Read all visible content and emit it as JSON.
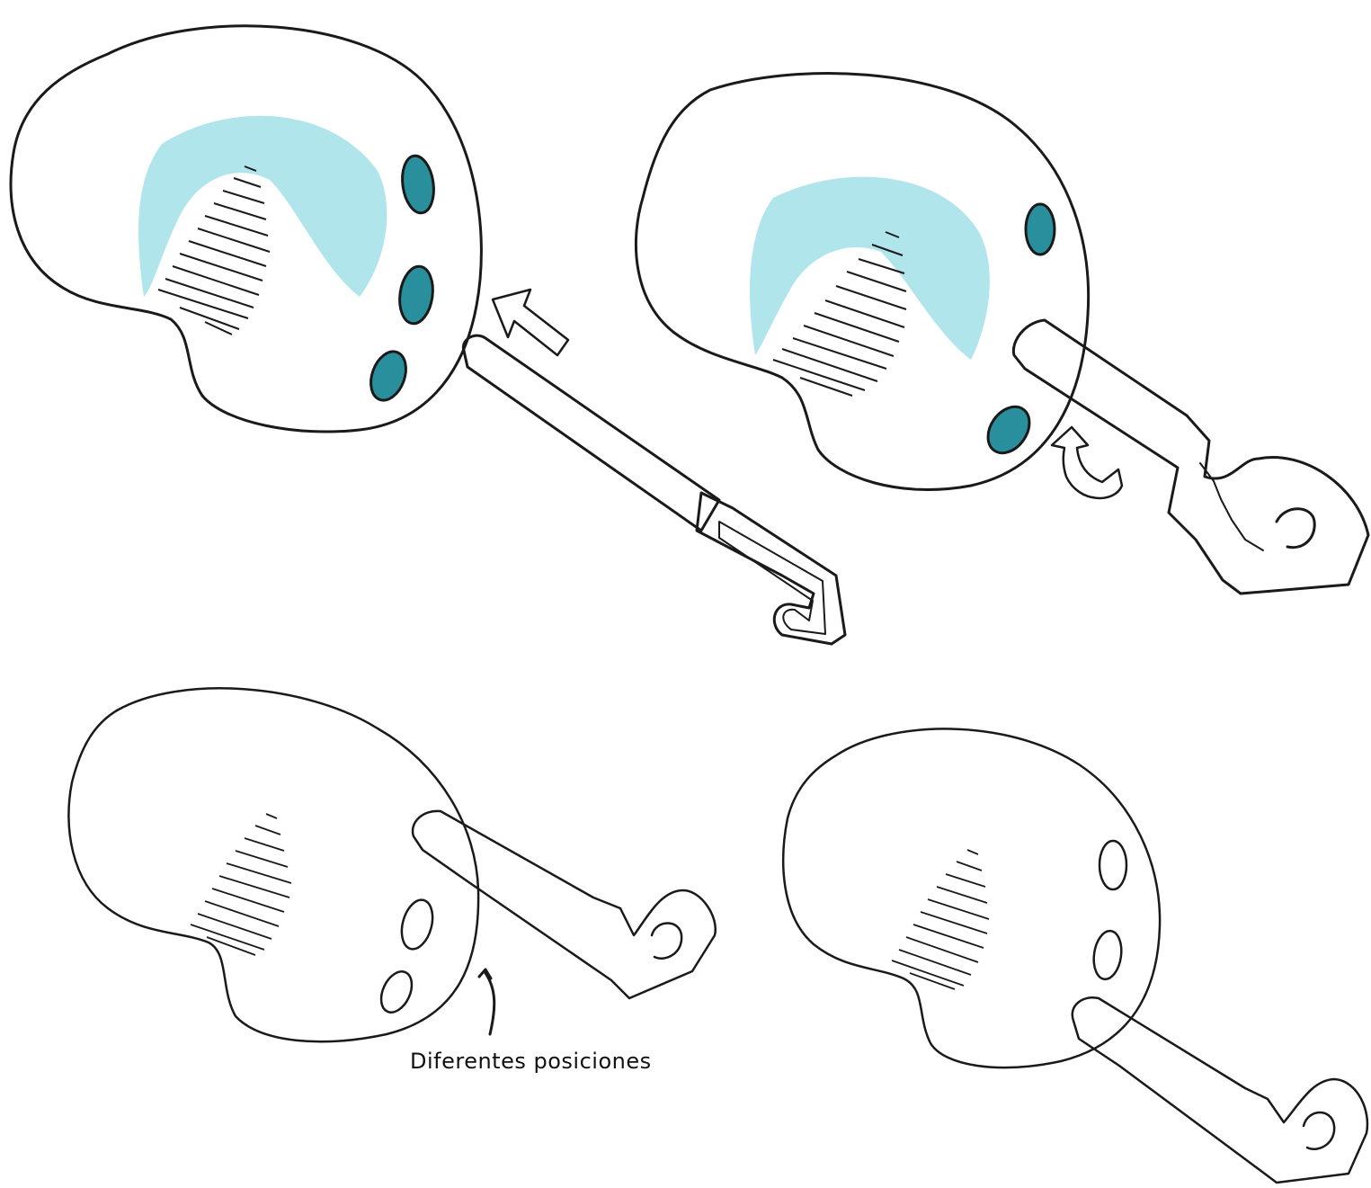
{
  "caption": "Diferentes posiciones",
  "colors": {
    "cushion_fill": "#8fe3ec",
    "cushion_highlight": "#d6f6f9",
    "cushion_shadow": "#35b8c8",
    "hole_fill": "#2a8f9c",
    "tool_metal": "#b8b8b8",
    "tool_metal_light": "#e4e4e4",
    "outline": "#1a1a1a"
  },
  "panels": [
    {
      "id": "top-left",
      "style": "colored",
      "holes": 3,
      "tool": "detached",
      "arrow": "insert"
    },
    {
      "id": "top-right",
      "style": "colored",
      "holes": 2,
      "tool": "inserted",
      "arrow": "rotate"
    },
    {
      "id": "bottom-left",
      "style": "line-art",
      "holes": 2,
      "tool": "inserted",
      "arrow": "position"
    },
    {
      "id": "bottom-right",
      "style": "line-art",
      "holes": 2,
      "tool": "inserted",
      "arrow": "none"
    }
  ]
}
